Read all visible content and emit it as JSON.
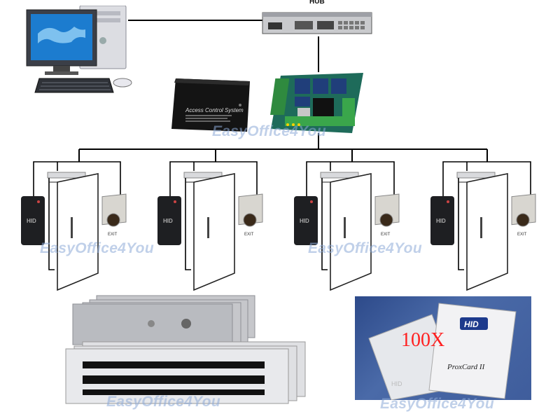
{
  "hub": {
    "label": "HUB"
  },
  "controller_box": {
    "title": "Access Control System"
  },
  "watermarks": [
    "EasyOffice4You",
    "EasyOffice4You",
    "EasyOffice4You",
    "EasyOffice4You",
    "EasyOffice4You"
  ],
  "doors": [
    {
      "reader_label": "HID",
      "exit_label": "EXIT"
    },
    {
      "reader_label": "HID",
      "exit_label": "EXIT"
    },
    {
      "reader_label": "HID",
      "exit_label": "EXIT"
    },
    {
      "reader_label": "HID",
      "exit_label": "EXIT"
    }
  ],
  "cards": {
    "count_label": "100X",
    "brand": "HID",
    "model": "ProxCard II",
    "back_text": "HID"
  }
}
